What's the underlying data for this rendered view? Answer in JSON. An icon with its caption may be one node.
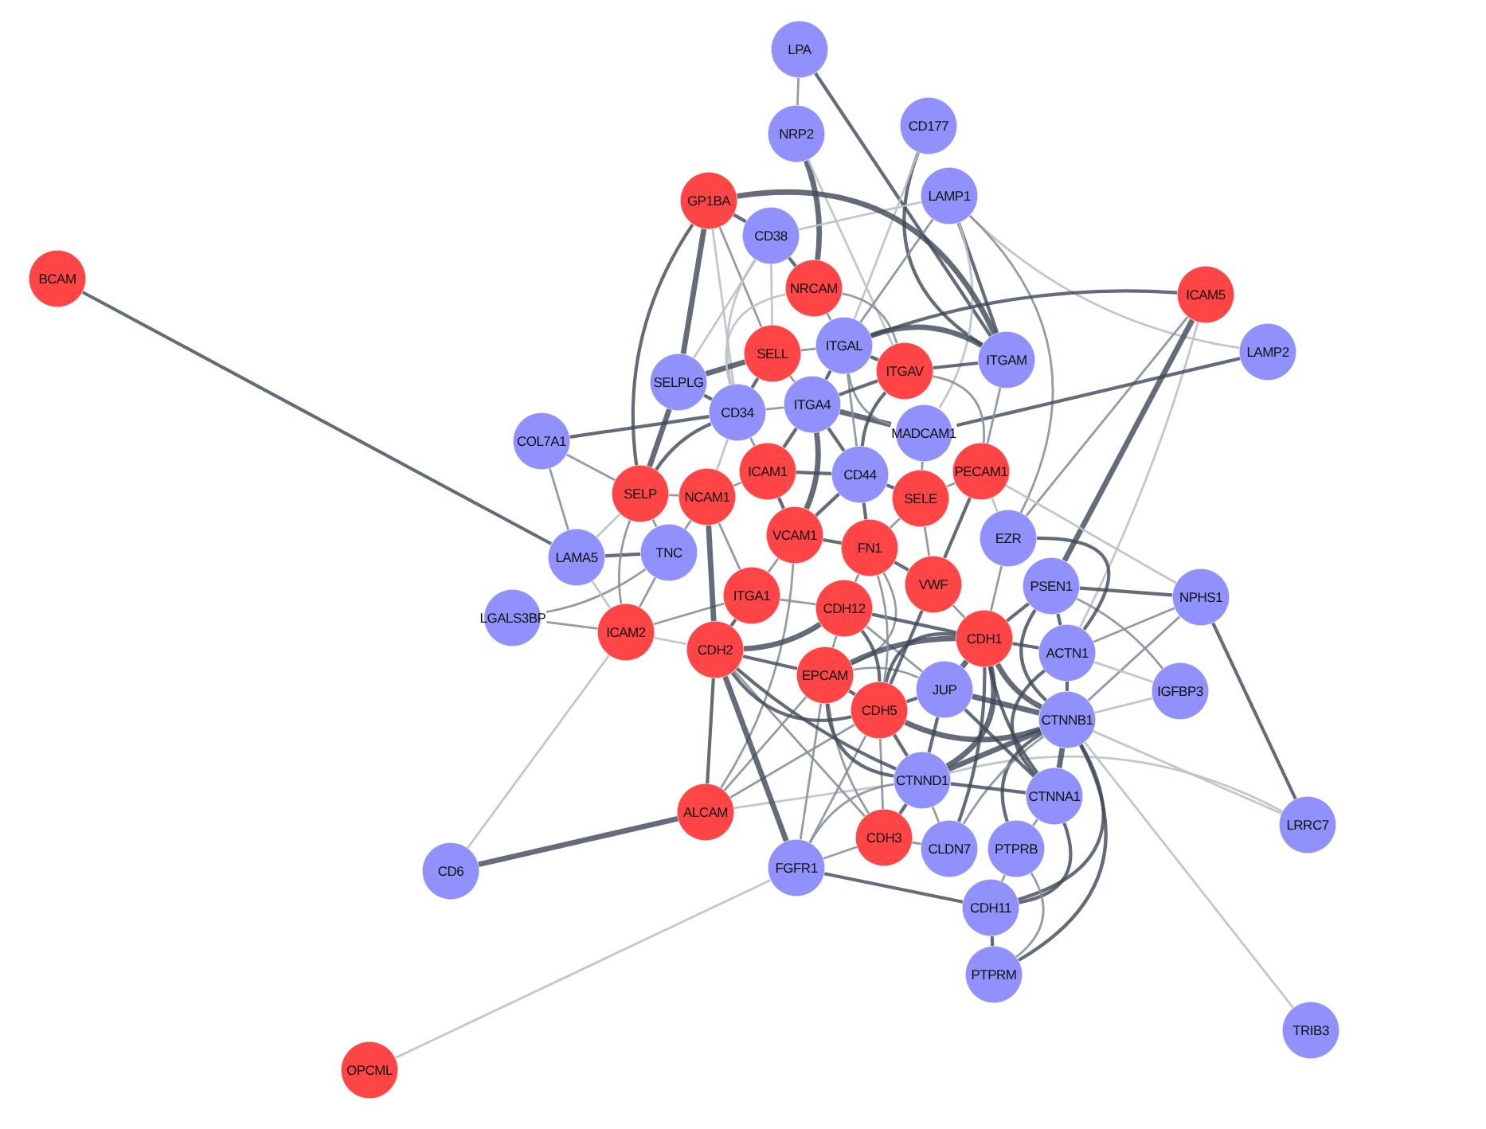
{
  "diagram": {
    "nodes": [
      {
        "text": [
          "LPA"
        ]
      },
      {
        "text": [
          "CD177"
        ]
      },
      {
        "text": [
          "NRP2"
        ]
      },
      {
        "text": [
          "LAMP1"
        ]
      },
      {
        "text": [
          "GP1BA"
        ]
      },
      {
        "text": [
          "CD38"
        ]
      },
      {
        "text": [
          "BCAM"
        ]
      },
      {
        "text": [
          "NRCAM"
        ]
      },
      {
        "text": [
          "ICAM5"
        ]
      },
      {
        "text": [
          "ITGAL"
        ]
      },
      {
        "text": [
          "LAMP2"
        ]
      },
      {
        "text": [
          "SELL"
        ]
      },
      {
        "text": [
          "ITGAM"
        ]
      },
      {
        "text": [
          "ITGAV"
        ]
      },
      {
        "text": [
          "SELPLG"
        ]
      },
      {
        "text": [
          "CD34"
        ]
      },
      {
        "text": [
          "ITGA4"
        ]
      },
      {
        "text": [
          "MADCAM1"
        ]
      },
      {
        "text": [
          "COL7A1"
        ]
      },
      {
        "text": [
          "ICAM1"
        ]
      },
      {
        "text": [
          "CD44"
        ]
      },
      {
        "text": [
          "PECAM1"
        ]
      },
      {
        "text": [
          "SELP"
        ]
      },
      {
        "text": [
          "NCAM1"
        ]
      },
      {
        "text": [
          "SELE"
        ]
      },
      {
        "text": [
          "VCAM1"
        ]
      },
      {
        "text": [
          "FN1"
        ]
      },
      {
        "text": [
          "EZR"
        ]
      },
      {
        "text": [
          "LAMA5"
        ]
      },
      {
        "text": [
          "TNC"
        ]
      },
      {
        "text": [
          "PSEN1"
        ]
      },
      {
        "text": [
          "VWF"
        ]
      },
      {
        "text": [
          "NPHS1"
        ]
      },
      {
        "text": [
          "ITGA1"
        ]
      },
      {
        "text": [
          "CDH12"
        ]
      },
      {
        "text": [
          "LGALS3BP"
        ]
      },
      {
        "text": [
          "ICAM2"
        ]
      },
      {
        "text": [
          "CDH2"
        ]
      },
      {
        "text": [
          "CDH1"
        ]
      },
      {
        "text": [
          "ACTN1"
        ]
      },
      {
        "text": [
          "EPCAM"
        ]
      },
      {
        "text": [
          "JUP"
        ]
      },
      {
        "text": [
          "IGFBP3"
        ]
      },
      {
        "text": [
          "CDH5"
        ]
      },
      {
        "text": [
          "CTNNB1"
        ]
      },
      {
        "text": [
          "CTNND1"
        ]
      },
      {
        "text": [
          "CTNNA1"
        ]
      },
      {
        "text": [
          "ALCAM"
        ]
      },
      {
        "text": [
          "LRRC7"
        ]
      },
      {
        "text": [
          "CDH3"
        ]
      },
      {
        "text": [
          "CLDN7"
        ]
      },
      {
        "text": [
          "PTPRB"
        ]
      },
      {
        "text": [
          "FGFR1"
        ]
      },
      {
        "text": [
          "CD6"
        ]
      },
      {
        "text": [
          "CDH11"
        ]
      },
      {
        "text": [
          "PTPRM"
        ]
      },
      {
        "text": [
          "TRIB3"
        ]
      },
      {
        "text": [
          "OPCML"
        ]
      }
    ],
    "edges": [
      {
        "from": 0,
        "to": 2,
        "arrow": "none",
        "color": "#8a909b"
      },
      {
        "from": 0,
        "to": 12,
        "arrow": "none"
      },
      {
        "from": 2,
        "to": 7,
        "arrow": "none",
        "style": "thick"
      },
      {
        "from": 2,
        "to": 13,
        "arrow": "none",
        "color": "#bcc0c8"
      },
      {
        "from": 1,
        "to": 12,
        "arrow": "none"
      },
      {
        "from": 1,
        "to": 9,
        "arrow": "none",
        "color": "#bcc0c8"
      },
      {
        "from": 3,
        "to": 5,
        "arrow": "none",
        "color": "#bcc0c8"
      },
      {
        "from": 3,
        "to": 10,
        "arrow": "none",
        "color": "#bcc0c8"
      },
      {
        "from": 3,
        "to": 12,
        "arrow": "none"
      },
      {
        "from": 3,
        "to": 9,
        "arrow": "none",
        "color": "#8a909b"
      },
      {
        "from": 3,
        "to": 27,
        "arrow": "none",
        "color": "#8a909b"
      },
      {
        "from": 3,
        "to": 17,
        "arrow": "none",
        "color": "#bcc0c8"
      },
      {
        "from": 4,
        "to": 14,
        "arrow": "none",
        "style": "thick"
      },
      {
        "from": 4,
        "to": 12,
        "arrow": "none",
        "style": "thick"
      },
      {
        "from": 4,
        "to": 22,
        "arrow": "none"
      },
      {
        "from": 4,
        "to": 15,
        "arrow": "none",
        "color": "#bcc0c8"
      },
      {
        "from": 4,
        "to": 11,
        "arrow": "none",
        "color": "#8a909b"
      },
      {
        "from": 4,
        "to": 5,
        "arrow": "none"
      },
      {
        "from": 5,
        "to": 11,
        "arrow": "none",
        "color": "#bcc0c8"
      },
      {
        "from": 5,
        "to": 14,
        "arrow": "none",
        "color": "#bcc0c8"
      },
      {
        "from": 5,
        "to": 15,
        "arrow": "none",
        "color": "#bcc0c8"
      },
      {
        "from": 6,
        "to": 28,
        "arrow": "none"
      },
      {
        "from": 8,
        "to": 9,
        "arrow": "none"
      },
      {
        "from": 8,
        "to": 30,
        "arrow": "none",
        "style": "thick"
      },
      {
        "from": 8,
        "to": 27,
        "arrow": "none",
        "color": "#8a909b"
      },
      {
        "from": 8,
        "to": 39,
        "arrow": "none",
        "color": "#bcc0c8"
      },
      {
        "from": 10,
        "to": 17,
        "arrow": "none"
      },
      {
        "from": 18,
        "to": 15,
        "arrow": "none"
      },
      {
        "from": 18,
        "to": 28,
        "arrow": "none",
        "color": "#8a909b"
      },
      {
        "from": 18,
        "to": 22,
        "arrow": "none",
        "color": "#8a909b"
      },
      {
        "from": 28,
        "to": 29,
        "arrow": "none"
      },
      {
        "from": 28,
        "to": 22,
        "arrow": "none",
        "color": "#bcc0c8"
      },
      {
        "from": 35,
        "to": 29,
        "arrow": "none",
        "color": "#8a909b"
      },
      {
        "from": 35,
        "to": 36,
        "arrow": "none",
        "color": "#8a909b"
      },
      {
        "from": 36,
        "to": 53,
        "arrow": "none",
        "color": "#bcc0c8"
      },
      {
        "from": 36,
        "to": 37,
        "arrow": "none",
        "color": "#bcc0c8"
      },
      {
        "from": 36,
        "to": 22,
        "arrow": "none",
        "color": "#8a909b"
      },
      {
        "from": 36,
        "to": 33,
        "arrow": "none",
        "color": "#8a909b"
      },
      {
        "from": 36,
        "to": 29,
        "arrow": "none",
        "color": "#8a909b"
      },
      {
        "from": 36,
        "to": 28,
        "arrow": "none",
        "color": "#bcc0c8"
      },
      {
        "from": 47,
        "to": 53,
        "arrow": "none",
        "style": "thick"
      },
      {
        "from": 57,
        "to": 52,
        "arrow": "none",
        "color": "#bcc0c8"
      },
      {
        "from": 47,
        "to": 37,
        "arrow": "none"
      },
      {
        "from": 47,
        "to": 40,
        "arrow": "none",
        "color": "#8a909b"
      },
      {
        "from": 47,
        "to": 43,
        "arrow": "none",
        "color": "#8a909b"
      },
      {
        "from": 47,
        "to": 45,
        "arrow": "none",
        "color": "#bcc0c8"
      },
      {
        "from": 47,
        "to": 25,
        "arrow": "none",
        "color": "#8a909b"
      },
      {
        "from": 52,
        "to": 37,
        "arrow": "none",
        "style": "thick"
      },
      {
        "from": 52,
        "to": 54,
        "arrow": "none"
      },
      {
        "from": 52,
        "to": 40,
        "arrow": "none",
        "color": "#8a909b"
      },
      {
        "from": 52,
        "to": 43,
        "arrow": "none",
        "color": "#8a909b"
      },
      {
        "from": 52,
        "to": 45,
        "arrow": "none",
        "color": "#8a909b"
      },
      {
        "from": 52,
        "to": 49,
        "arrow": "none",
        "color": "#8a909b"
      },
      {
        "from": 32,
        "to": 30,
        "arrow": "none"
      },
      {
        "from": 32,
        "to": 48,
        "arrow": "none"
      },
      {
        "from": 32,
        "to": 21,
        "arrow": "none",
        "color": "#bcc0c8"
      },
      {
        "from": 32,
        "to": 39,
        "arrow": "none",
        "color": "#8a909b"
      },
      {
        "from": 32,
        "to": 44,
        "arrow": "none",
        "color": "#8a909b"
      },
      {
        "from": 42,
        "to": 30,
        "arrow": "none",
        "color": "#8a909b"
      },
      {
        "from": 42,
        "to": 44,
        "arrow": "none",
        "color": "#bcc0c8"
      },
      {
        "from": 42,
        "to": 39,
        "arrow": "none",
        "color": "#bcc0c8"
      },
      {
        "from": 48,
        "to": 44,
        "arrow": "none",
        "color": "#bcc0c8"
      },
      {
        "from": 48,
        "to": 45,
        "arrow": "none",
        "color": "#bcc0c8"
      },
      {
        "from": 56,
        "to": 44,
        "arrow": "none",
        "color": "#bcc0c8"
      },
      {
        "from": 55,
        "to": 54,
        "arrow": "none"
      },
      {
        "from": 55,
        "to": 44,
        "arrow": "none"
      },
      {
        "from": 54,
        "to": 44,
        "arrow": "none"
      },
      {
        "from": 54,
        "to": 46,
        "arrow": "none"
      },
      {
        "from": 51,
        "to": 44,
        "arrow": "none"
      },
      {
        "from": 51,
        "to": 55,
        "arrow": "none",
        "color": "#8a909b"
      },
      {
        "from": 51,
        "to": 46,
        "arrow": "none",
        "color": "#8a909b"
      },
      {
        "from": 51,
        "to": 54,
        "arrow": "none",
        "color": "#8a909b"
      },
      {
        "from": 50,
        "to": 38,
        "arrow": "none"
      },
      {
        "from": 50,
        "to": 44,
        "arrow": "none",
        "color": "#8a909b"
      },
      {
        "from": 50,
        "to": 49,
        "arrow": "none",
        "color": "#8a909b"
      },
      {
        "from": 50,
        "to": 45,
        "arrow": "none",
        "color": "#8a909b"
      },
      {
        "from": 49,
        "to": 45,
        "arrow": "none"
      },
      {
        "from": 49,
        "to": 40,
        "arrow": "none",
        "color": "#8a909b"
      },
      {
        "from": 49,
        "to": 43,
        "arrow": "none",
        "color": "#8a909b"
      },
      {
        "from": 49,
        "to": 37,
        "arrow": "none",
        "color": "#8a909b"
      },
      {
        "from": 46,
        "to": 44,
        "arrow": "none",
        "style": "thick"
      },
      {
        "from": 46,
        "to": 39,
        "arrow": "none"
      },
      {
        "from": 46,
        "to": 41,
        "arrow": "none"
      },
      {
        "from": 46,
        "to": 38,
        "arrow": "none"
      },
      {
        "from": 46,
        "to": 45,
        "arrow": "none"
      },
      {
        "from": 44,
        "to": 38,
        "arrow": "none",
        "style": "thick"
      },
      {
        "from": 44,
        "to": 43,
        "arrow": "none",
        "style": "thick"
      },
      {
        "from": 44,
        "to": 41,
        "arrow": "none",
        "style": "thick"
      },
      {
        "from": 44,
        "to": 45,
        "arrow": "none",
        "style": "thick"
      },
      {
        "from": 44,
        "to": 39,
        "arrow": "none"
      },
      {
        "from": 44,
        "to": 30,
        "arrow": "none"
      },
      {
        "from": 45,
        "to": 38,
        "arrow": "none",
        "style": "thick"
      },
      {
        "from": 45,
        "to": 37,
        "arrow": "none"
      },
      {
        "from": 45,
        "to": 43,
        "arrow": "none"
      },
      {
        "from": 45,
        "to": 41,
        "arrow": "none"
      },
      {
        "from": 45,
        "to": 40,
        "arrow": "none"
      },
      {
        "from": 41,
        "to": 38,
        "arrow": "none",
        "style": "thick"
      },
      {
        "from": 41,
        "to": 43,
        "arrow": "none"
      },
      {
        "from": 41,
        "to": 40,
        "arrow": "none",
        "color": "#8a909b"
      },
      {
        "from": 41,
        "to": 34,
        "arrow": "none",
        "color": "#8a909b"
      },
      {
        "from": 39,
        "to": 38,
        "arrow": "none"
      },
      {
        "from": 39,
        "to": 27,
        "arrow": "none"
      },
      {
        "from": 39,
        "to": 30,
        "arrow": "none"
      },
      {
        "from": 30,
        "to": 38,
        "arrow": "none"
      },
      {
        "from": 27,
        "to": 38,
        "arrow": "none",
        "color": "#8a909b"
      },
      {
        "from": 27,
        "to": 21,
        "arrow": "none",
        "color": "#bcc0c8"
      },
      {
        "from": 19,
        "to": 25,
        "arrow": "none"
      },
      {
        "from": 19,
        "to": 20,
        "arrow": "none"
      },
      {
        "from": 19,
        "to": 23,
        "arrow": "none",
        "color": "#8a909b"
      },
      {
        "from": 19,
        "to": 16,
        "arrow": "none"
      },
      {
        "from": 19,
        "to": 15,
        "arrow": "none",
        "color": "#8a909b"
      },
      {
        "from": 25,
        "to": 16,
        "arrow": "none",
        "style": "thick"
      },
      {
        "from": 25,
        "to": 20,
        "arrow": "none"
      },
      {
        "from": 25,
        "to": 26,
        "arrow": "none"
      },
      {
        "from": 25,
        "to": 33,
        "arrow": "none",
        "color": "#8a909b"
      },
      {
        "from": 17,
        "to": 16,
        "arrow": "none",
        "style": "thick"
      },
      {
        "from": 17,
        "to": 9,
        "arrow": "none",
        "color": "#8a909b"
      },
      {
        "from": 17,
        "to": 24,
        "arrow": "none",
        "color": "#8a909b"
      },
      {
        "from": 14,
        "to": 11,
        "arrow": "none",
        "style": "thick"
      },
      {
        "from": 14,
        "to": 22,
        "arrow": "none",
        "style": "thick"
      },
      {
        "from": 14,
        "to": 15,
        "arrow": "none"
      },
      {
        "from": 11,
        "to": 15,
        "arrow": "none"
      },
      {
        "from": 11,
        "to": 9,
        "arrow": "none",
        "color": "#8a909b"
      },
      {
        "from": 11,
        "to": 16,
        "arrow": "none",
        "color": "#8a909b"
      },
      {
        "from": 24,
        "to": 20,
        "arrow": "none"
      },
      {
        "from": 24,
        "to": 21,
        "arrow": "none",
        "color": "#8a909b"
      },
      {
        "from": 24,
        "to": 31,
        "arrow": "none",
        "color": "#8a909b"
      },
      {
        "from": 24,
        "to": 26,
        "arrow": "none",
        "color": "#8a909b"
      },
      {
        "from": 21,
        "to": 31,
        "arrow": "none"
      },
      {
        "from": 21,
        "to": 12,
        "arrow": "none",
        "color": "#8a909b"
      },
      {
        "from": 21,
        "to": 13,
        "arrow": "none",
        "color": "#8a909b"
      },
      {
        "from": 31,
        "to": 26,
        "arrow": "none"
      },
      {
        "from": 31,
        "to": 43,
        "arrow": "none"
      },
      {
        "from": 31,
        "to": 38,
        "arrow": "none",
        "color": "#8a909b"
      },
      {
        "from": 26,
        "to": 20,
        "arrow": "none"
      },
      {
        "from": 26,
        "to": 34,
        "arrow": "none",
        "color": "#8a909b"
      },
      {
        "from": 26,
        "to": 40,
        "arrow": "none",
        "color": "#8a909b"
      },
      {
        "from": 29,
        "to": 23,
        "arrow": "none",
        "color": "#8a909b"
      },
      {
        "from": 29,
        "to": 22,
        "arrow": "none",
        "color": "#8a909b"
      },
      {
        "from": 23,
        "to": 37,
        "arrow": "none",
        "style": "thick"
      },
      {
        "from": 23,
        "to": 15,
        "arrow": "none",
        "color": "#bcc0c8"
      },
      {
        "from": 23,
        "to": 22,
        "arrow": "none",
        "color": "#8a909b"
      },
      {
        "from": 23,
        "to": 33,
        "arrow": "none",
        "color": "#8a909b"
      },
      {
        "from": 7,
        "to": 9,
        "arrow": "none",
        "color": "#8a909b"
      },
      {
        "from": 7,
        "to": 13,
        "arrow": "none",
        "color": "#8a909b"
      },
      {
        "from": 7,
        "to": 5,
        "arrow": "none"
      },
      {
        "from": 7,
        "to": 15,
        "arrow": "none",
        "color": "#bcc0c8"
      },
      {
        "from": 20,
        "to": 13,
        "arrow": "none"
      },
      {
        "from": 20,
        "to": 16,
        "arrow": "none"
      },
      {
        "from": 20,
        "to": 9,
        "arrow": "none",
        "color": "#8a909b"
      },
      {
        "from": 37,
        "to": 43,
        "arrow": "none"
      },
      {
        "from": 37,
        "to": 40,
        "arrow": "none"
      },
      {
        "from": 37,
        "to": 34,
        "arrow": "none",
        "style": "thick"
      },
      {
        "from": 37,
        "to": 33,
        "arrow": "none"
      },
      {
        "from": 38,
        "to": 40,
        "arrow": "none",
        "style": "thick"
      },
      {
        "from": 38,
        "to": 43,
        "arrow": "none"
      },
      {
        "from": 38,
        "to": 34,
        "arrow": "none"
      },
      {
        "from": 40,
        "to": 43,
        "arrow": "none"
      },
      {
        "from": 40,
        "to": 34,
        "arrow": "none",
        "color": "#8a909b"
      },
      {
        "from": 43,
        "to": 34,
        "arrow": "none"
      },
      {
        "from": 43,
        "to": 26,
        "arrow": "none",
        "color": "#8a909b"
      },
      {
        "from": 33,
        "to": 34,
        "arrow": "none",
        "color": "#8a909b"
      },
      {
        "from": 15,
        "to": 16,
        "arrow": "none",
        "color": "#8a909b"
      },
      {
        "from": 15,
        "to": 22,
        "arrow": "none"
      },
      {
        "from": 13,
        "to": 12,
        "arrow": "none"
      },
      {
        "from": 13,
        "to": 9,
        "arrow": "none"
      },
      {
        "from": 13,
        "to": 16,
        "arrow": "none"
      },
      {
        "from": 12,
        "to": 9,
        "arrow": "none",
        "style": "thick"
      },
      {
        "from": 9,
        "to": 16,
        "arrow": "none"
      }
    ]
  }
}
